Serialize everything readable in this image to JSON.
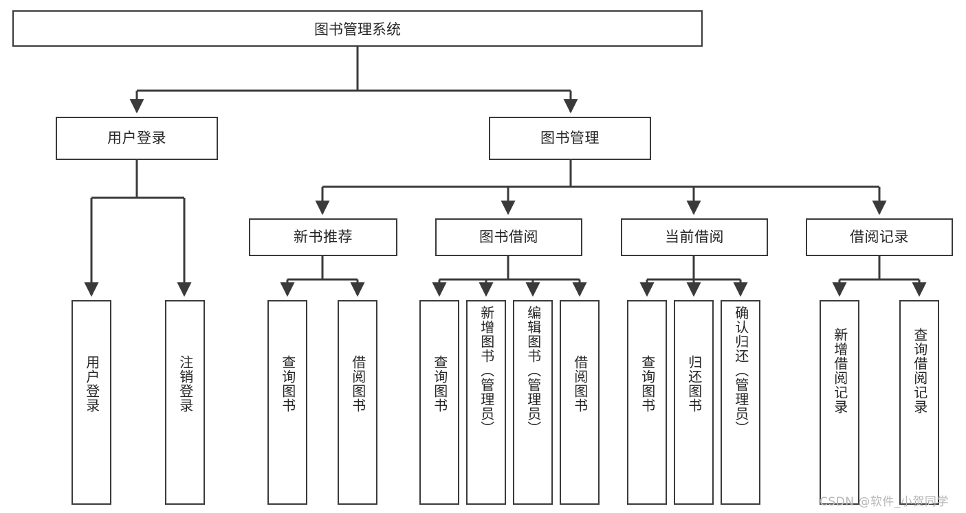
{
  "diagram": {
    "title": "图书管理系统",
    "type": "functional-structure-tree",
    "stroke_color": "#3a3a3a",
    "text_color": "#262626",
    "background": "#ffffff"
  },
  "root": {
    "label": "图书管理系统"
  },
  "level2": [
    {
      "label": "用户登录"
    },
    {
      "label": "图书管理"
    }
  ],
  "level3": [
    {
      "label": "新书推荐"
    },
    {
      "label": "图书借阅"
    },
    {
      "label": "当前借阅"
    },
    {
      "label": "借阅记录"
    }
  ],
  "leaves": {
    "user_login": [
      {
        "label": "用户登录"
      },
      {
        "label": "注销登录"
      }
    ],
    "new_book_recommend": [
      {
        "label": "查询图书"
      },
      {
        "label": "借阅图书"
      }
    ],
    "book_borrow": [
      {
        "label": "查询图书"
      },
      {
        "label": "新增图书（管理员）"
      },
      {
        "label": "编辑图书（管理员）"
      },
      {
        "label": "借阅图书"
      }
    ],
    "current_borrow": [
      {
        "label": "查询图书"
      },
      {
        "label": "归还图书"
      },
      {
        "label": "确认归还（管理员）"
      }
    ],
    "borrow_records": [
      {
        "label": "新增借阅记录"
      },
      {
        "label": "查询借阅记录"
      }
    ]
  },
  "watermark": {
    "text": "CSDN @软件_小贺同学"
  }
}
